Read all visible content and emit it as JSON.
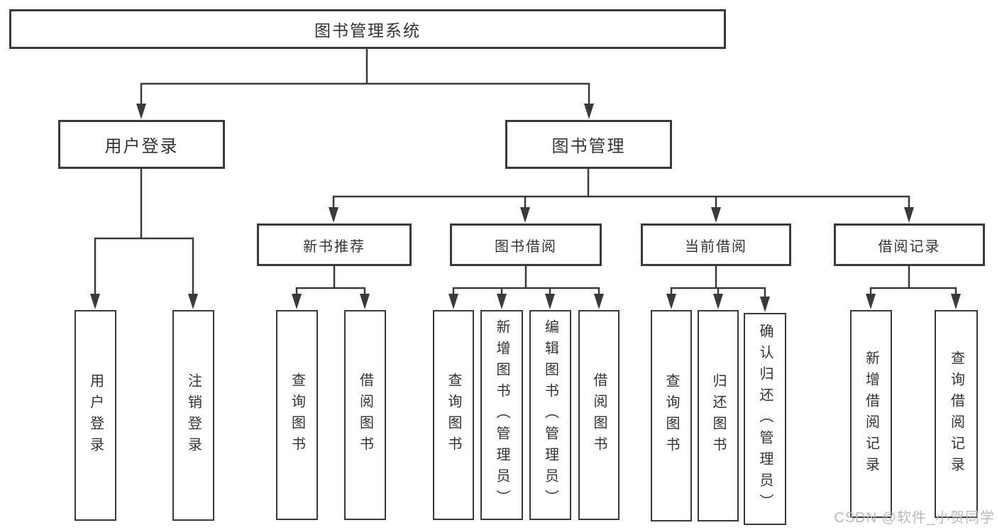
{
  "nodes": {
    "root": "图书管理系统",
    "user_login": "用户登录",
    "book_mgmt": "图书管理",
    "login": "用户登录",
    "logout": "注销登录",
    "new_rec": "新书推荐",
    "book_borrow": "图书借阅",
    "current_borrow": "当前借阅",
    "borrow_records": "借阅记录",
    "rec_query": "查询图书",
    "rec_borrow": "借阅图书",
    "bb_query": "查询图书",
    "bb_add": "新增图书（管理员）",
    "bb_edit": "编辑图书（管理员）",
    "bb_borrow": "借阅图书",
    "cb_query": "查询图书",
    "cb_return": "归还图书",
    "cb_confirm": "确认归还（管理员）",
    "br_add": "新增借阅记录",
    "br_query": "查询借阅记录"
  },
  "watermark": "CSDN @软件_小贺同学",
  "colors": {
    "line": "#3a3a3a",
    "box_border": "#3a3a3a",
    "text": "#333333",
    "watermark": "#b2b7be",
    "background": "#ffffff"
  }
}
